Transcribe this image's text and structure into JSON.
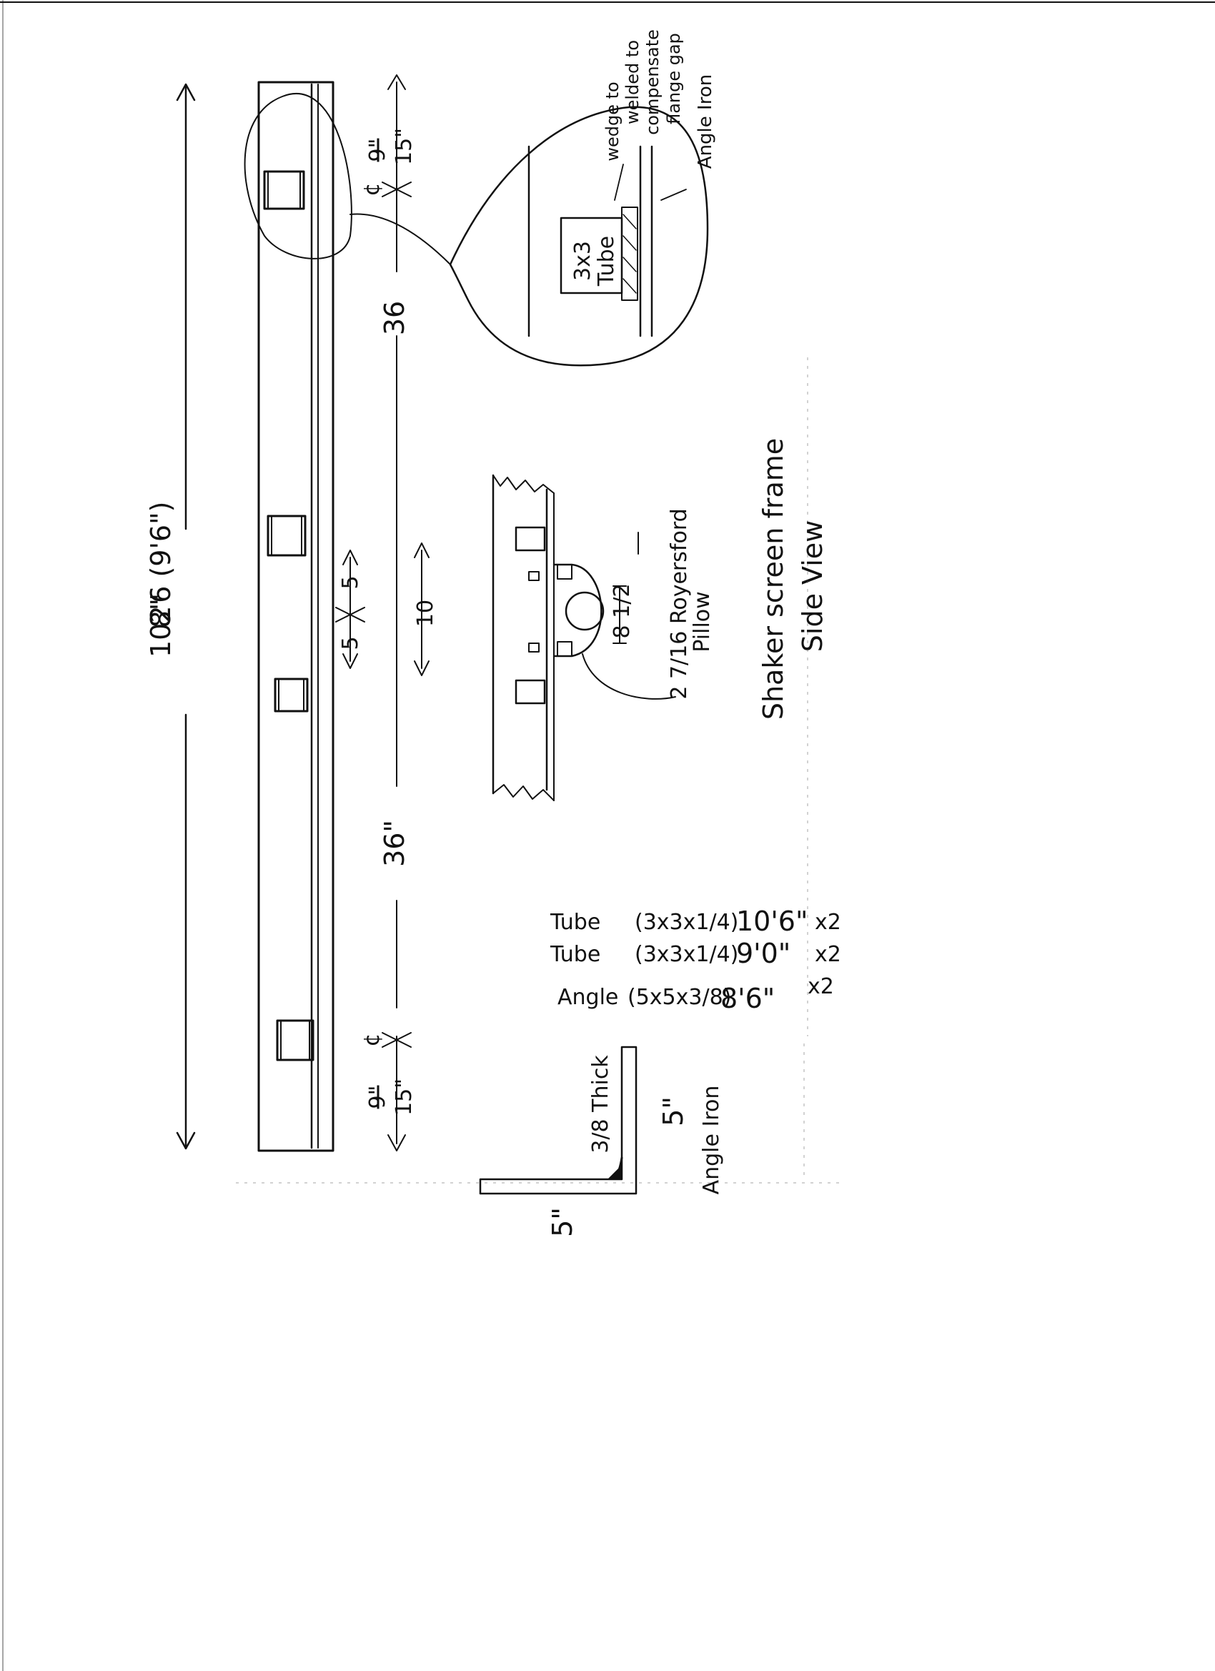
{
  "frame_drawing": {
    "overall_length": "102\"",
    "overall_length_alt": "8'6 (9'6\")",
    "left_spacing": "36",
    "right_spacing": "36\"",
    "center_left": "5",
    "center_right": "5",
    "center_total": "10",
    "top_end": "15\"",
    "top_end_struck": "9\"",
    "bottom_end": "15\"",
    "bottom_end_struck": "9\"",
    "centerline_mark": "¢"
  },
  "detail_bubble": {
    "tube_label_line1": "3x3",
    "tube_label_line2": "Tube",
    "wedge_note": "wedge to",
    "wedge_note_2": "welded to",
    "wedge_note_3": "compensate",
    "wedge_note_4": "flange gap",
    "angle_iron": "Angle Iron"
  },
  "pillow_block": {
    "label_line1": "2 7/16 Royersford",
    "label_line2": "Pillow",
    "height": "8 1/2"
  },
  "title": {
    "line1": "Shaker screen frame",
    "line2": "Side View"
  },
  "materials": [
    {
      "item": "Tube",
      "size": "(3x3x1/4)",
      "length": "10'6\"",
      "qty": "x2"
    },
    {
      "item": "Tube",
      "size": "(3x3x1/4)",
      "length": "9'0\"",
      "qty": "x2"
    },
    {
      "item": "Angle",
      "size": "(5x5x3/8)",
      "length": "8'6\"",
      "qty": "x2"
    }
  ],
  "angle_section": {
    "thickness": "3/8 Thick",
    "leg_vertical": "5\"",
    "leg_label": "Angle Iron",
    "leg_horizontal": "5\""
  }
}
